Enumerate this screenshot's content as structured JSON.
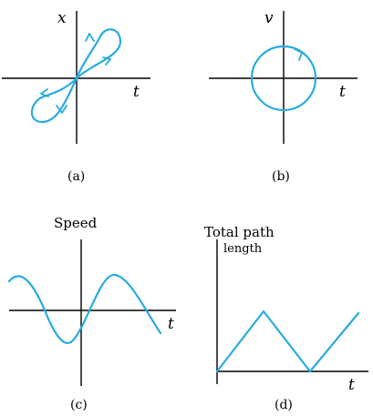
{
  "panels": {
    "a": {
      "caption": "(a)",
      "y_label": "x",
      "x_label": "t"
    },
    "b": {
      "caption": "(b)",
      "y_label": "v",
      "x_label": "t"
    },
    "c": {
      "caption": "(c)",
      "y_label": "Speed",
      "x_label": "t"
    },
    "d": {
      "caption": "(d)",
      "y_label_line1": "Total path",
      "y_label_line2": "length",
      "x_label": "t"
    }
  },
  "colors": {
    "curve": "#29abe2",
    "axis": "#000000"
  }
}
